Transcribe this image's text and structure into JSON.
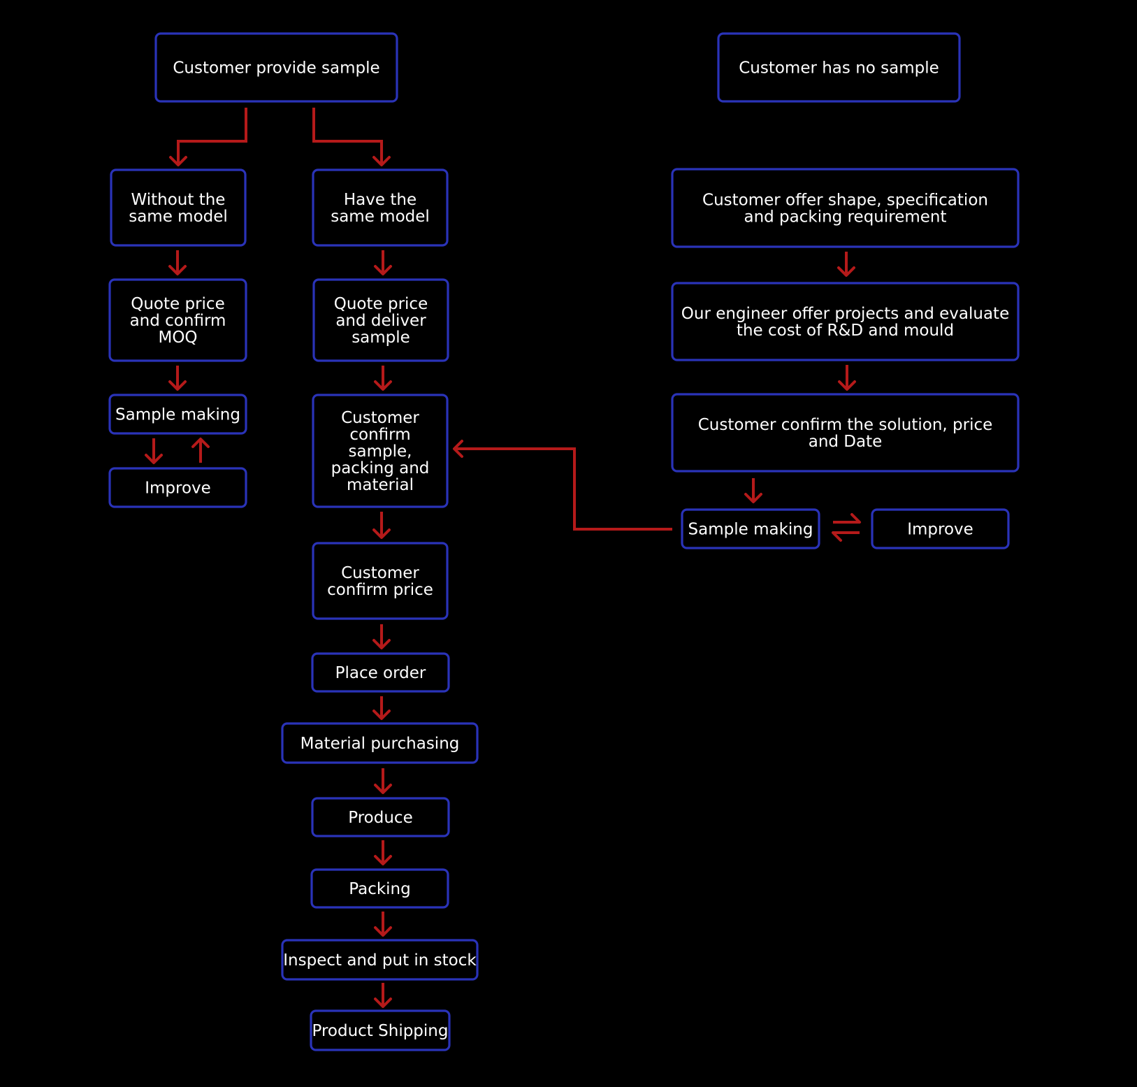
{
  "diagram": {
    "colors": {
      "background": "#000000",
      "box_border": "#2a33b8",
      "text": "#ffffff",
      "arrow": "#b51a1a"
    },
    "icons": {
      "connector": "arrow-icon",
      "swap": "bidirectional-swap-icon"
    },
    "nodes": [
      {
        "id": "customer-provide-sample",
        "lines": [
          "Customer provide sample"
        ]
      },
      {
        "id": "customer-has-no-sample",
        "lines": [
          "Customer has no sample"
        ]
      },
      {
        "id": "without-same-model",
        "lines": [
          "Without the",
          "same model"
        ]
      },
      {
        "id": "have-same-model",
        "lines": [
          "Have the",
          "same model"
        ]
      },
      {
        "id": "customer-offer-shape",
        "lines": [
          "Customer offer shape, specification",
          "and packing requirement"
        ]
      },
      {
        "id": "quote-price-confirm-moq",
        "lines": [
          "Quote price",
          "and confirm",
          "MOQ"
        ]
      },
      {
        "id": "quote-price-deliver-sample",
        "lines": [
          "Quote price",
          "and deliver",
          "sample"
        ]
      },
      {
        "id": "engineer-offer-projects",
        "lines": [
          "Our engineer offer projects and evaluate",
          "the cost of R&D and mould"
        ]
      },
      {
        "id": "sample-making-left",
        "lines": [
          "Sample making"
        ]
      },
      {
        "id": "customer-confirm-sample",
        "lines": [
          "Customer",
          "confirm",
          "sample,",
          "packing and",
          "material"
        ]
      },
      {
        "id": "customer-confirm-solution",
        "lines": [
          "Customer confirm the solution, price",
          "and Date"
        ]
      },
      {
        "id": "improve-left",
        "lines": [
          "Improve"
        ]
      },
      {
        "id": "sample-making-right",
        "lines": [
          "Sample making"
        ]
      },
      {
        "id": "improve-right",
        "lines": [
          "Improve"
        ]
      },
      {
        "id": "customer-confirm-price",
        "lines": [
          "Customer",
          "confirm price"
        ]
      },
      {
        "id": "place-order",
        "lines": [
          "Place order"
        ]
      },
      {
        "id": "material-purchasing",
        "lines": [
          "Material purchasing"
        ]
      },
      {
        "id": "produce",
        "lines": [
          "Produce"
        ]
      },
      {
        "id": "packing",
        "lines": [
          "Packing"
        ]
      },
      {
        "id": "inspect-stock",
        "lines": [
          "Inspect and put in stock"
        ]
      },
      {
        "id": "product-shipping",
        "lines": [
          "Product Shipping"
        ]
      }
    ],
    "edges": [
      {
        "from": "customer-provide-sample",
        "to": "without-same-model"
      },
      {
        "from": "customer-provide-sample",
        "to": "have-same-model"
      },
      {
        "from": "without-same-model",
        "to": "quote-price-confirm-moq"
      },
      {
        "from": "quote-price-confirm-moq",
        "to": "sample-making-left"
      },
      {
        "from": "sample-making-left",
        "to": "improve-left"
      },
      {
        "from": "improve-left",
        "to": "sample-making-left"
      },
      {
        "from": "have-same-model",
        "to": "quote-price-deliver-sample"
      },
      {
        "from": "quote-price-deliver-sample",
        "to": "customer-confirm-sample"
      },
      {
        "from": "customer-confirm-sample",
        "to": "customer-confirm-price"
      },
      {
        "from": "customer-confirm-price",
        "to": "place-order"
      },
      {
        "from": "place-order",
        "to": "material-purchasing"
      },
      {
        "from": "material-purchasing",
        "to": "produce"
      },
      {
        "from": "produce",
        "to": "packing"
      },
      {
        "from": "packing",
        "to": "inspect-stock"
      },
      {
        "from": "inspect-stock",
        "to": "product-shipping"
      },
      {
        "from": "customer-offer-shape",
        "to": "engineer-offer-projects"
      },
      {
        "from": "engineer-offer-projects",
        "to": "customer-confirm-solution"
      },
      {
        "from": "customer-confirm-solution",
        "to": "sample-making-right"
      },
      {
        "from": "sample-making-right",
        "to": "improve-right"
      },
      {
        "from": "improve-right",
        "to": "sample-making-right"
      },
      {
        "from": "sample-making-right",
        "to": "customer-confirm-sample"
      }
    ]
  }
}
